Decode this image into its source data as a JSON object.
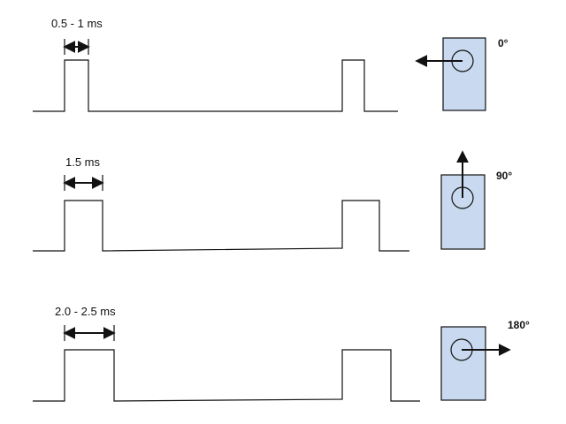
{
  "rows": [
    {
      "pulse_label": "0.5 - 1 ms",
      "angle_label": "0°",
      "angle_deg": 0
    },
    {
      "pulse_label": "1.5 ms",
      "angle_label": "90°",
      "angle_deg": 90
    },
    {
      "pulse_label": "2.0 - 2.5 ms",
      "angle_label": "180°",
      "angle_deg": 180
    }
  ],
  "colors": {
    "servo_fill": "#c9daf0",
    "stroke": "#111111"
  }
}
